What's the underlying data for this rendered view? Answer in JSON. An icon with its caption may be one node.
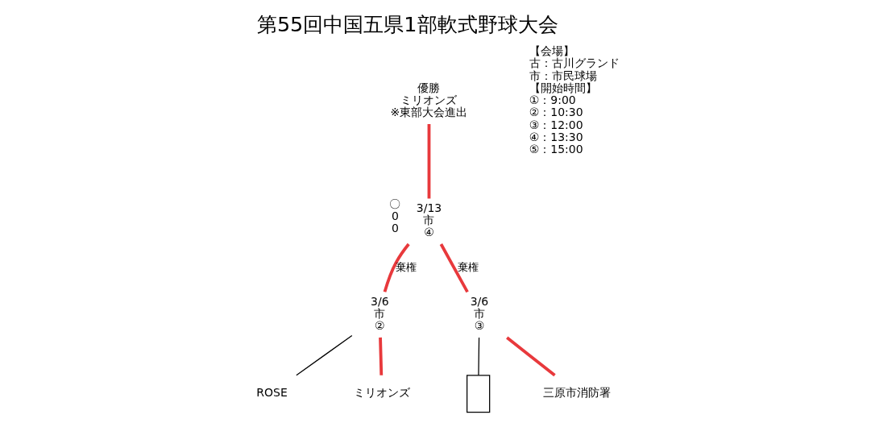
{
  "diagram": {
    "title": "第55回中国五県1部軟式野球大会",
    "nodes": [
      {
        "text": [
          "優勝",
          "ミリオンズ",
          "※東部大会進出"
        ]
      },
      {
        "text": [
          "3/13",
          "市",
          "④"
        ],
        "beside": [
          "〇",
          "0",
          "0"
        ]
      },
      {
        "text": [
          "3/6",
          "市",
          "②"
        ]
      },
      {
        "text": [
          "3/6",
          "市",
          "③"
        ]
      },
      {
        "text": [
          "ROSE"
        ]
      },
      {
        "text": [
          "ミリオンズ"
        ]
      },
      {
        "text": [],
        "shape": "box"
      },
      {
        "text": [
          "三原市消防署"
        ]
      }
    ],
    "edges": [
      {
        "from": 4,
        "to": 2,
        "arrow": "none",
        "color": "#000000"
      },
      {
        "from": 5,
        "to": 2,
        "arrow": "none"
      },
      {
        "from": 6,
        "to": 3,
        "arrow": "none",
        "color": "#000000"
      },
      {
        "from": 7,
        "to": 3,
        "arrow": "none"
      },
      {
        "from": 2,
        "to": 1,
        "arrow": "none",
        "label": "棄権"
      },
      {
        "from": 3,
        "to": 1,
        "arrow": "none",
        "label": "棄権"
      },
      {
        "from": 1,
        "to": 0,
        "arrow": "none"
      }
    ],
    "labels": [
      "【会場】",
      "古：古川グランド",
      "市：市民球場",
      "【開始時間】",
      "①：9:00",
      "②：10:30",
      "③：12:00",
      "④：13:30",
      "⑤：15:00"
    ]
  }
}
